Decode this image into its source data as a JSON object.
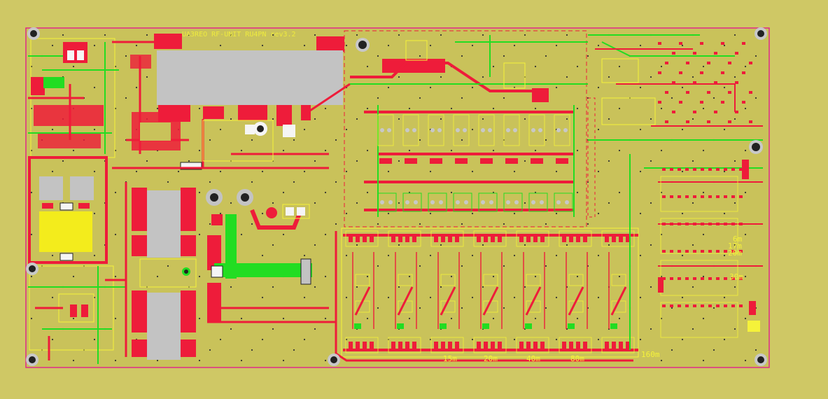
{
  "board": {
    "title": "UA3REO RF-UNIT RU4PN rev3.2",
    "colors": {
      "background": "#cfc865",
      "board": "#c9c25a",
      "top_copper": "#ee1c3a",
      "bottom_copper": "#22dd22",
      "silkscreen": "#f5f23a",
      "outline": "#e0208c",
      "heatsink": "#c3c3c3",
      "transformer": "#f3ec1c",
      "pad_hole": "#222222",
      "pad_ring": "#c8c8c8"
    }
  },
  "labels": {
    "b1": "15m",
    "b2": "20m",
    "b3": "40m",
    "b4": "80m",
    "b5": "160m",
    "r1": "17m",
    "r2": "20m",
    "r3": "30m",
    "r4": "6m"
  }
}
